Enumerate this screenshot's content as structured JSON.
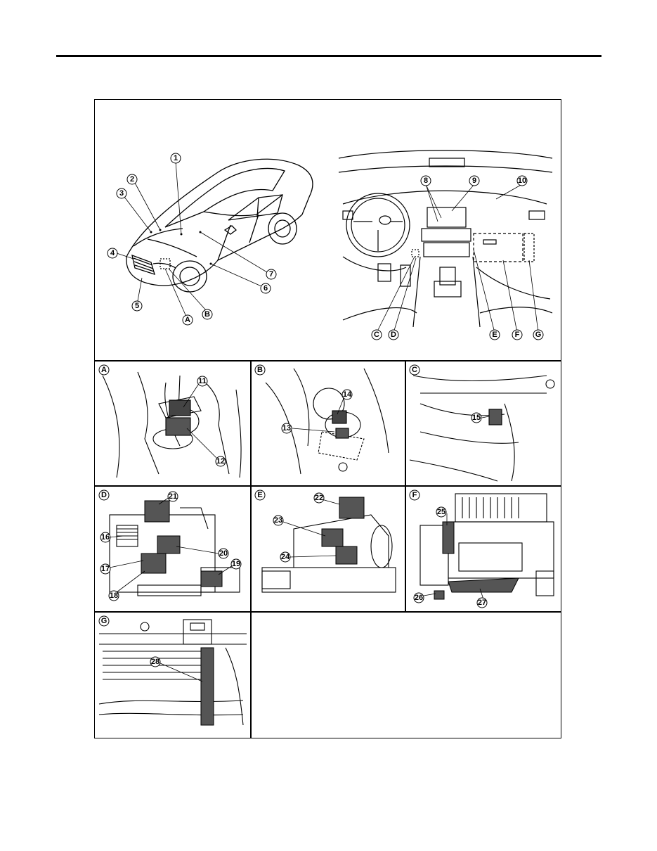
{
  "callouts": {
    "c1": "1",
    "c2": "2",
    "c3": "3",
    "c4": "4",
    "c5": "5",
    "c6": "6",
    "c7": "7",
    "c8": "8",
    "c9": "9",
    "c10": "10",
    "c11": "11",
    "c12": "12",
    "c13": "13",
    "c14": "14",
    "c15": "15",
    "c16": "16",
    "c17": "17",
    "c18": "18",
    "c19": "19",
    "c20": "20",
    "c21": "21",
    "c22": "22",
    "c23": "23",
    "c24": "24",
    "c25": "25",
    "c26": "26",
    "c27": "27",
    "c28": "28"
  },
  "views": {
    "A": "A",
    "B": "B",
    "C": "C",
    "D": "D",
    "E": "E",
    "F": "F",
    "G": "G"
  }
}
